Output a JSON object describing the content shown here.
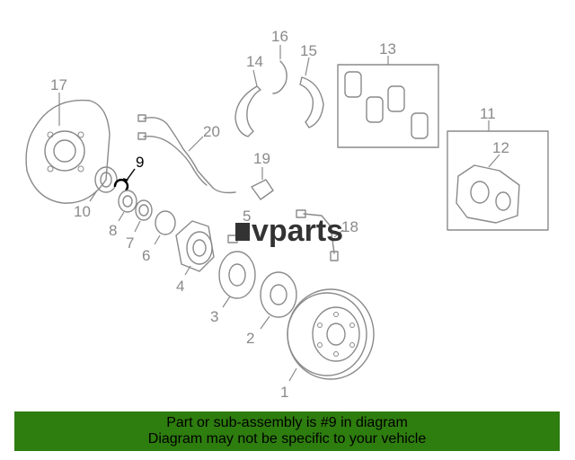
{
  "diagram": {
    "callouts": [
      {
        "id": "1",
        "label": "1"
      },
      {
        "id": "2",
        "label": "2"
      },
      {
        "id": "3",
        "label": "3"
      },
      {
        "id": "4",
        "label": "4"
      },
      {
        "id": "5",
        "label": "5"
      },
      {
        "id": "6",
        "label": "6"
      },
      {
        "id": "7",
        "label": "7"
      },
      {
        "id": "8",
        "label": "8"
      },
      {
        "id": "9",
        "label": "9"
      },
      {
        "id": "10",
        "label": "10"
      },
      {
        "id": "11",
        "label": "11"
      },
      {
        "id": "12",
        "label": "12"
      },
      {
        "id": "13",
        "label": "13"
      },
      {
        "id": "14",
        "label": "14"
      },
      {
        "id": "15",
        "label": "15"
      },
      {
        "id": "16",
        "label": "16"
      },
      {
        "id": "17",
        "label": "17"
      },
      {
        "id": "18",
        "label": "18"
      },
      {
        "id": "19",
        "label": "19"
      },
      {
        "id": "20",
        "label": "20"
      }
    ],
    "highlighted_part": "9",
    "watermark": "vparts"
  },
  "banner": {
    "line1": "Part or sub-assembly is #9 in diagram",
    "line2": "Diagram may not be specific to your vehicle",
    "color": "#2e7d0f"
  },
  "colors": {
    "line": "#8a8a8a",
    "highlight": "#000000"
  }
}
